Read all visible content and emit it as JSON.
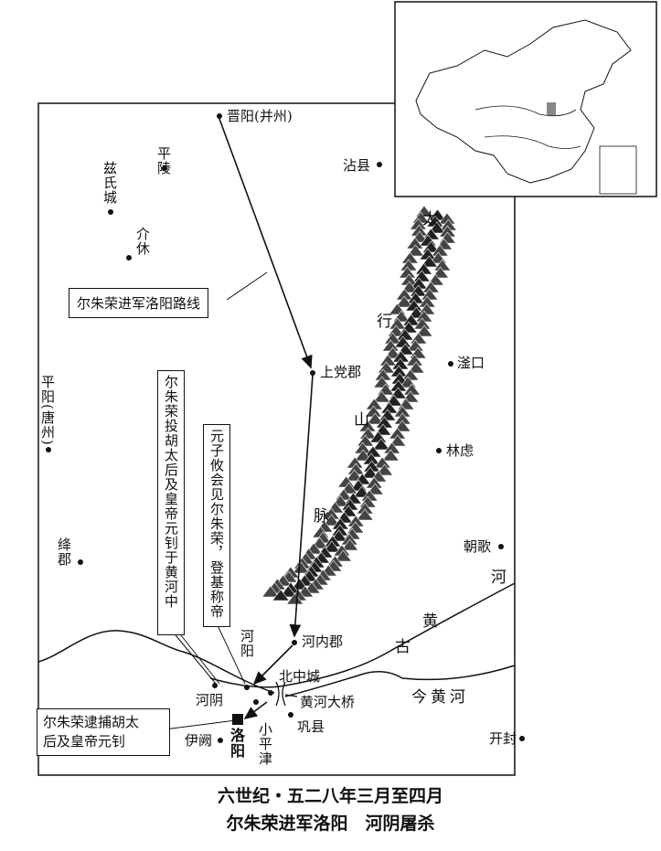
{
  "places": {
    "jinyang": "晋阳(并州)",
    "pingling": "平陵",
    "zishicheng": "兹氏城",
    "jiexiu": "介休",
    "zhanxian": "沾县",
    "shangdang": "上党郡",
    "fukou": "滏口",
    "linlu": "林虑",
    "zhaoge": "朝歌",
    "pingyang": "平阳(唐州)",
    "jiangjun": "绛郡",
    "henei": "河内郡",
    "heyang": "河阳",
    "beizhongcheng": "北中城",
    "huanghe_bridge": "黄河大桥",
    "gongxian": "巩县",
    "heyin": "河阴",
    "luoyang": "洛阳",
    "yique": "伊阙",
    "xiaopingjin": "小平津",
    "kaifeng": "开封"
  },
  "mountains": {
    "tai": "太",
    "hang": "行",
    "shan": "山",
    "mai": "脉"
  },
  "rivers": {
    "gu": "古",
    "huang": "黄",
    "he": "河",
    "jin_huanghe": "今黄河"
  },
  "legend": {
    "route": "尔朱荣进军洛阳路线"
  },
  "notes": {
    "drown": "尔朱荣投胡太后及皇帝元钊于黄河中",
    "meet": "元子攸会见尔朱荣，登基称帝",
    "arrest_line1": "尔朱荣逮捕胡太",
    "arrest_line2": "后及皇帝元钊"
  },
  "title": {
    "line1": "六世纪・五二八年三月至四月",
    "line2": "尔朱荣进军洛阳　河阴屠杀"
  },
  "colors": {
    "ink": "#111111",
    "inset_highlight": "#888888"
  }
}
